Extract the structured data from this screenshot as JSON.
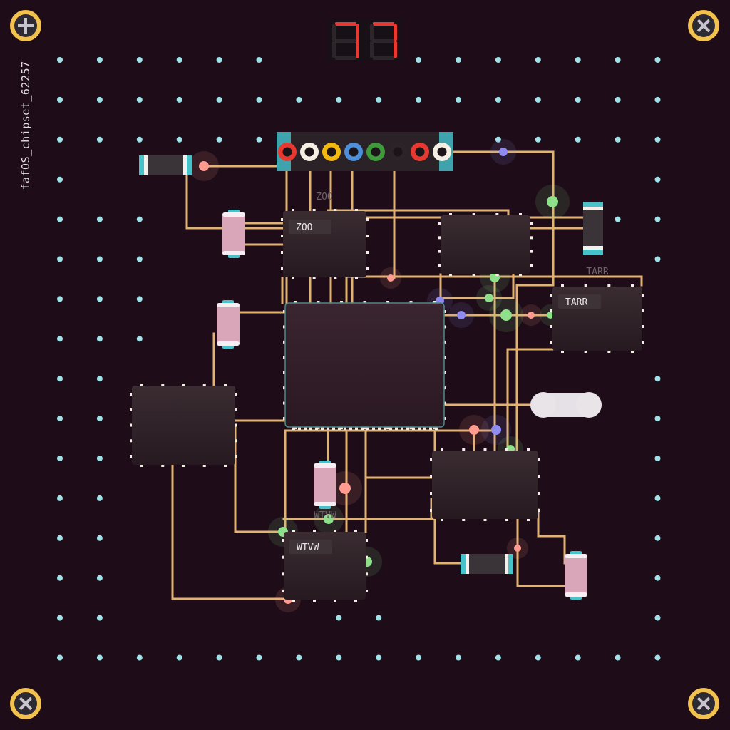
{
  "board": {
    "title": "fafOS_chipset_62257",
    "counter": "77",
    "background_color": "#1e0d18",
    "trace_color": "#f3c07a"
  },
  "connector": {
    "ports": [
      {
        "color": "#e8382f"
      },
      {
        "color": "#f4efe2"
      },
      {
        "color": "#f2b90f"
      },
      {
        "color": "#4d8fd8"
      },
      {
        "color": "#3f9a3c"
      },
      {
        "color": "#2b2327"
      },
      {
        "color": "#e8382f"
      },
      {
        "color": "#f4efe2"
      }
    ]
  },
  "chips": [
    {
      "id": "zoo",
      "label": "ZOO",
      "caption": "ZOO"
    },
    {
      "id": "upper-right",
      "label": "",
      "caption": ""
    },
    {
      "id": "tarr",
      "label": "TARR",
      "caption": "TARR"
    },
    {
      "id": "cpu",
      "label": "",
      "caption": ""
    },
    {
      "id": "left",
      "label": "",
      "caption": ""
    },
    {
      "id": "lower-right",
      "label": "",
      "caption": ""
    },
    {
      "id": "wtvw",
      "label": "WTVW",
      "caption": "WTVW"
    }
  ]
}
